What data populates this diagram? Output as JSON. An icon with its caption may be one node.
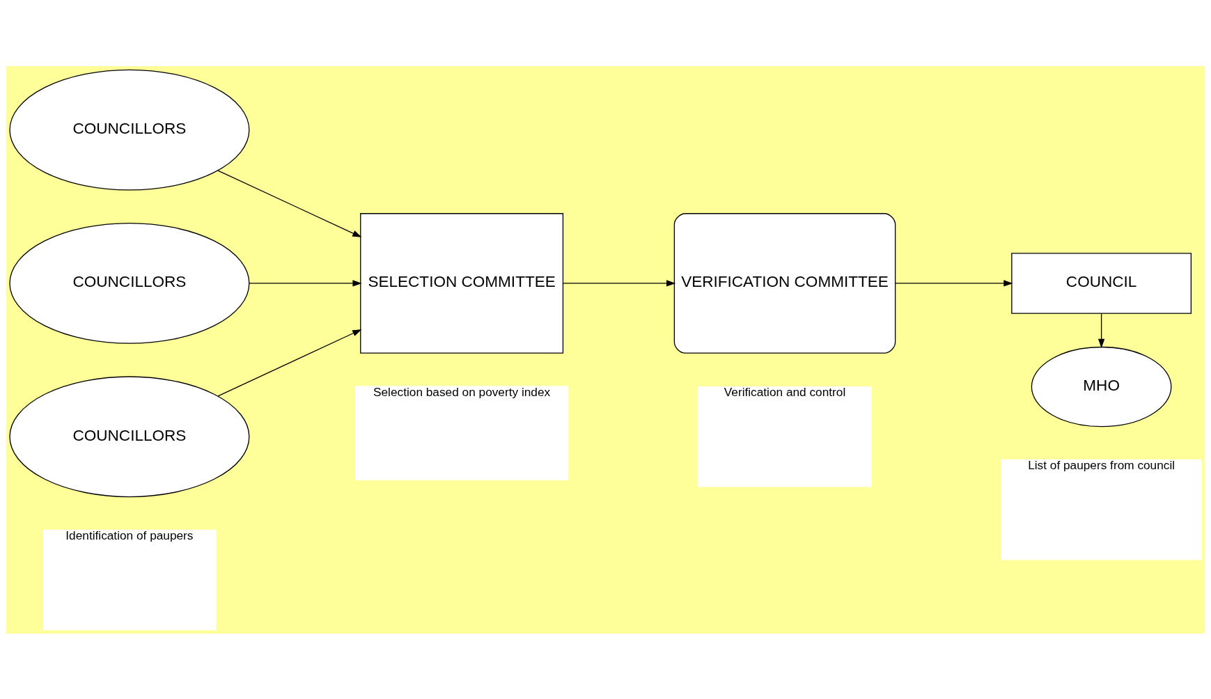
{
  "diagram": {
    "nodes": [
      {
        "text": [
          "Identification of paupers"
        ]
      },
      {
        "text": [
          "Selection based on poverty index"
        ]
      },
      {
        "text": [
          "Verification and control"
        ]
      },
      {
        "text": [
          "List of paupers from council"
        ]
      },
      {
        "text": [
          "COUNCILLORS"
        ]
      },
      {
        "text": [
          "COUNCILLORS"
        ]
      },
      {
        "text": [
          "COUNCILLORS"
        ]
      },
      {
        "text": [
          "SELECTION COMMITTEE"
        ]
      },
      {
        "text": [
          "VERIFICATION COMMITTEE"
        ]
      },
      {
        "text": [
          "COUNCIL"
        ]
      },
      {
        "text": [
          "MHO"
        ]
      }
    ],
    "edges": [
      {
        "from": 4,
        "to": 7,
        "arrow": "to"
      },
      {
        "from": 5,
        "to": 7,
        "arrow": "to"
      },
      {
        "from": 6,
        "to": 7,
        "arrow": "to"
      },
      {
        "from": 7,
        "to": 8,
        "arrow": "to"
      },
      {
        "from": 8,
        "to": 9,
        "arrow": "to"
      },
      {
        "from": 9,
        "to": 10,
        "arrow": "to"
      }
    ]
  }
}
